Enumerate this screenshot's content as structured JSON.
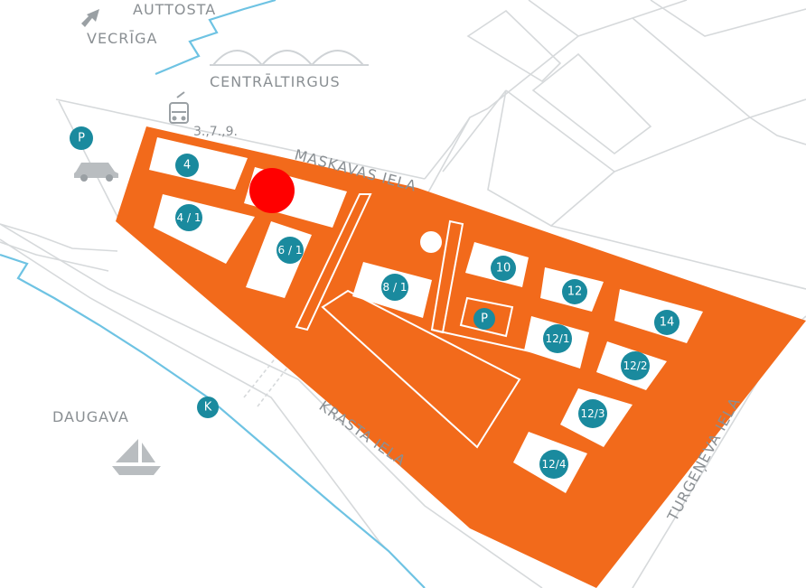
{
  "map": {
    "labels": {
      "auttosta": "AUTTOSTA",
      "vecriga": "VECRĪGA",
      "centraltirgus": "CENTRĀLTIRGUS",
      "tram_routes": "3.,7.,9.",
      "maskavas_iela": "MASKAVAS IELA",
      "krasta_iela": "KRASTA IELA",
      "turgeneva_iela": "TURGEŅEVA IELA",
      "daugava": "DAUGAVA"
    },
    "buildings": [
      {
        "id": "4",
        "label": "4"
      },
      {
        "id": "4-1",
        "label": "4 / 1"
      },
      {
        "id": "6-1",
        "label": "6 / 1"
      },
      {
        "id": "8-1",
        "label": "8 / 1"
      },
      {
        "id": "10",
        "label": "10"
      },
      {
        "id": "12",
        "label": "12"
      },
      {
        "id": "14",
        "label": "14"
      },
      {
        "id": "12-1",
        "label": "12/1"
      },
      {
        "id": "12-2",
        "label": "12/2"
      },
      {
        "id": "12-3",
        "label": "12/3"
      },
      {
        "id": "12-4",
        "label": "12/4"
      }
    ],
    "parking_label": "P",
    "parking_inner_label": "P",
    "kiosk_label": "K",
    "colors": {
      "territory": "#f26a1b",
      "badge": "#1a8a9e",
      "marker": "#ff0000",
      "road": "#d6d9db",
      "water": "#6ec3e3",
      "label": "#8a8f93"
    },
    "icons": [
      "arrow-up-left-icon",
      "tram-icon",
      "car-icon",
      "boat-icon",
      "market-domes-icon",
      "location-marker-icon"
    ]
  }
}
